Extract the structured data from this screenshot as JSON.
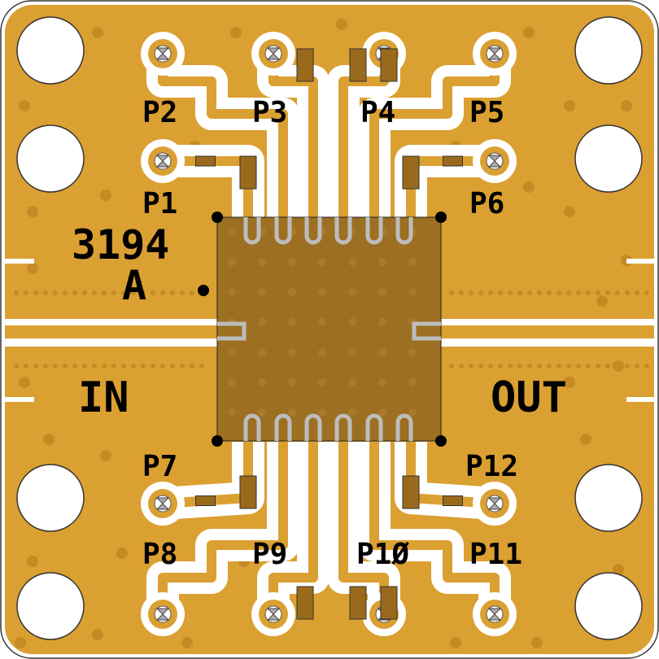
{
  "board": {
    "part_number": "3194",
    "revision": "A",
    "port_in": "IN",
    "port_out": "OUT"
  },
  "pins": [
    {
      "id": "P1",
      "label": "P1"
    },
    {
      "id": "P2",
      "label": "P2"
    },
    {
      "id": "P3",
      "label": "P3"
    },
    {
      "id": "P4",
      "label": "P4"
    },
    {
      "id": "P5",
      "label": "P5"
    },
    {
      "id": "P6",
      "label": "P6"
    },
    {
      "id": "P7",
      "label": "P7"
    },
    {
      "id": "P8",
      "label": "P8"
    },
    {
      "id": "P9",
      "label": "P9"
    },
    {
      "id": "P10",
      "label": "P1Ø"
    },
    {
      "id": "P11",
      "label": "P11"
    },
    {
      "id": "P12",
      "label": "P12"
    }
  ],
  "colors": {
    "copper": "#DBA032",
    "clearance": "#FFFFFF",
    "chip": "#9C6F22",
    "component": "#9A6A1C",
    "pad": "#BDBDBD"
  }
}
